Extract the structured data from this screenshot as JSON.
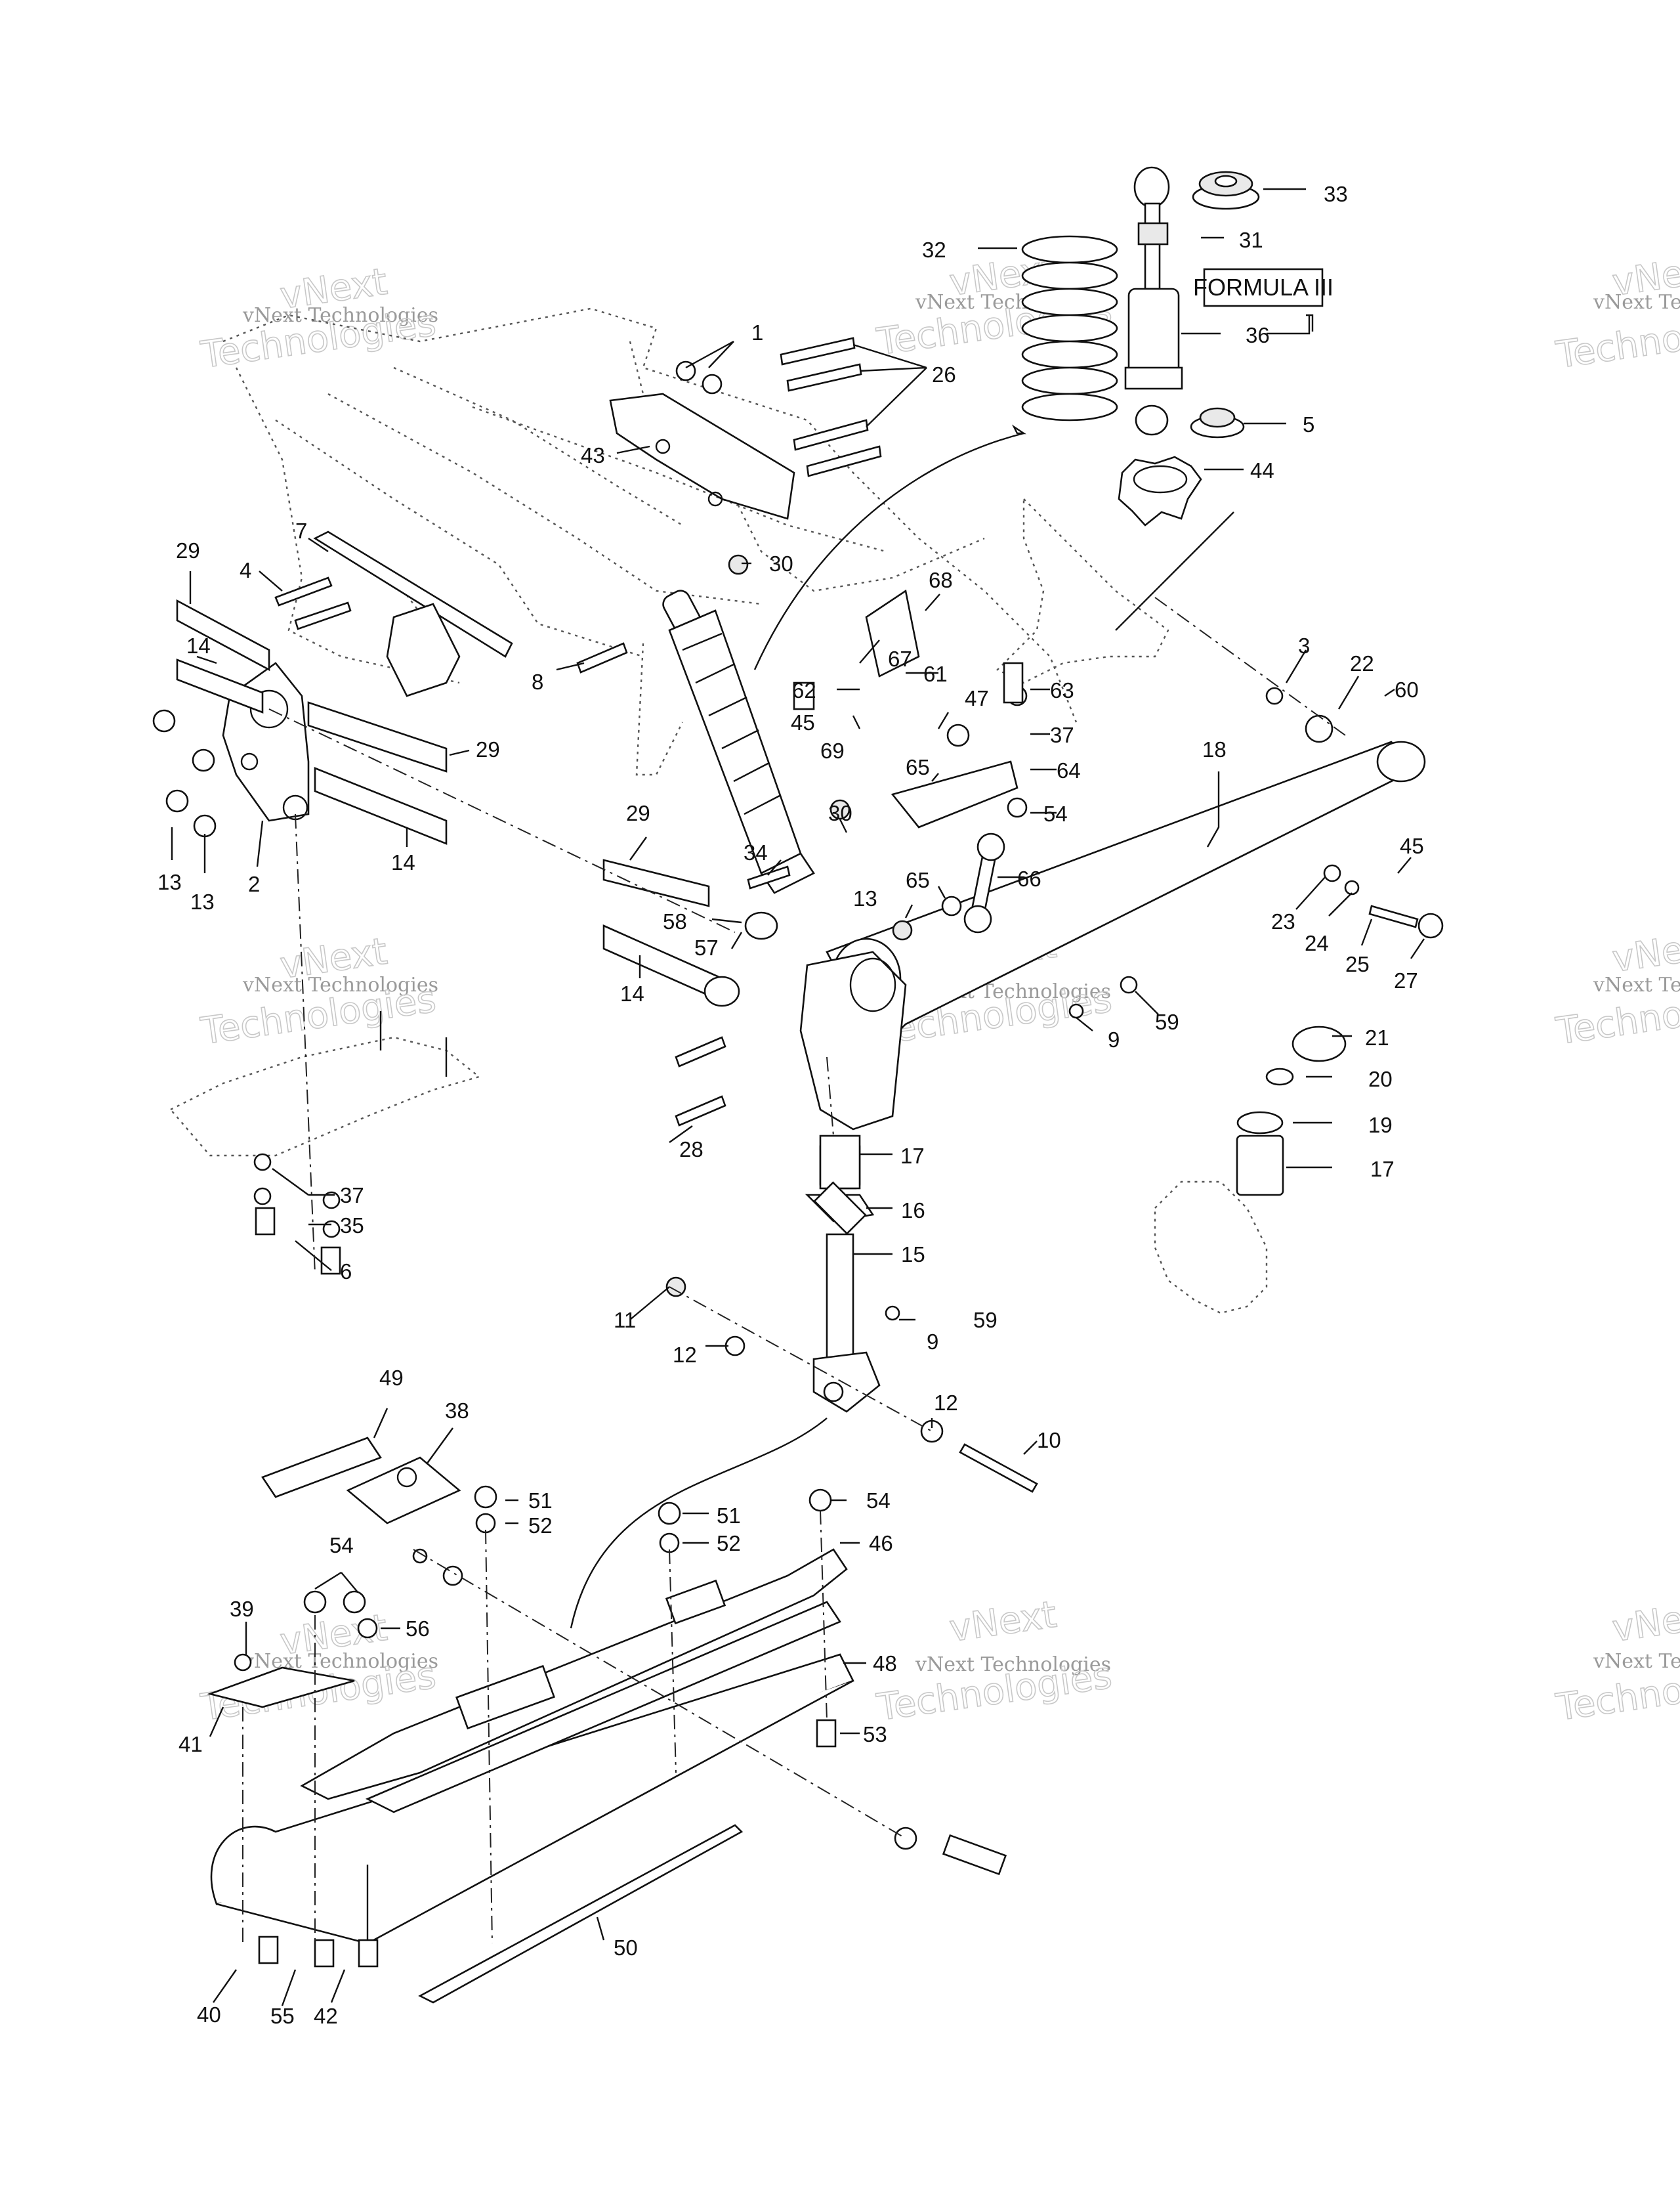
{
  "callout_box": "FORMULA III",
  "labels": [
    {
      "id": "l1",
      "text": "1"
    },
    {
      "id": "l26",
      "text": "26"
    },
    {
      "id": "l43",
      "text": "43"
    },
    {
      "id": "l30a",
      "text": "30"
    },
    {
      "id": "l7",
      "text": "7"
    },
    {
      "id": "l4",
      "text": "4"
    },
    {
      "id": "l29a",
      "text": "29"
    },
    {
      "id": "l14a",
      "text": "14"
    },
    {
      "id": "l8",
      "text": "8"
    },
    {
      "id": "l29b",
      "text": "29"
    },
    {
      "id": "l13a",
      "text": "13"
    },
    {
      "id": "l13b",
      "text": "13"
    },
    {
      "id": "l2",
      "text": "2"
    },
    {
      "id": "l14b",
      "text": "14"
    },
    {
      "id": "l29c",
      "text": "29"
    },
    {
      "id": "l34",
      "text": "34"
    },
    {
      "id": "l30b",
      "text": "30"
    },
    {
      "id": "l58",
      "text": "58"
    },
    {
      "id": "l57",
      "text": "57"
    },
    {
      "id": "l14c",
      "text": "14"
    },
    {
      "id": "l32",
      "text": "32"
    },
    {
      "id": "l33",
      "text": "33"
    },
    {
      "id": "l31",
      "text": "31"
    },
    {
      "id": "l36",
      "text": "36"
    },
    {
      "id": "l5",
      "text": "5"
    },
    {
      "id": "l44",
      "text": "44"
    },
    {
      "id": "l68",
      "text": "68"
    },
    {
      "id": "l67",
      "text": "67"
    },
    {
      "id": "l61",
      "text": "61"
    },
    {
      "id": "l62",
      "text": "62"
    },
    {
      "id": "l45a",
      "text": "45"
    },
    {
      "id": "l69",
      "text": "69"
    },
    {
      "id": "l47",
      "text": "47"
    },
    {
      "id": "l63",
      "text": "63"
    },
    {
      "id": "l37a",
      "text": "37"
    },
    {
      "id": "l65a",
      "text": "65"
    },
    {
      "id": "l64",
      "text": "64"
    },
    {
      "id": "l54a",
      "text": "54"
    },
    {
      "id": "l65b",
      "text": "65"
    },
    {
      "id": "l66",
      "text": "66"
    },
    {
      "id": "l13c",
      "text": "13"
    },
    {
      "id": "l3",
      "text": "3"
    },
    {
      "id": "l22",
      "text": "22"
    },
    {
      "id": "l60",
      "text": "60"
    },
    {
      "id": "l18",
      "text": "18"
    },
    {
      "id": "l45b",
      "text": "45"
    },
    {
      "id": "l23",
      "text": "23"
    },
    {
      "id": "l24",
      "text": "24"
    },
    {
      "id": "l25",
      "text": "25"
    },
    {
      "id": "l27",
      "text": "27"
    },
    {
      "id": "l59a",
      "text": "59"
    },
    {
      "id": "l9a",
      "text": "9"
    },
    {
      "id": "l21",
      "text": "21"
    },
    {
      "id": "l20",
      "text": "20"
    },
    {
      "id": "l19",
      "text": "19"
    },
    {
      "id": "l17a",
      "text": "17"
    },
    {
      "id": "l28",
      "text": "28"
    },
    {
      "id": "l17b",
      "text": "17"
    },
    {
      "id": "l16",
      "text": "16"
    },
    {
      "id": "l15",
      "text": "15"
    },
    {
      "id": "l37b",
      "text": "37"
    },
    {
      "id": "l35",
      "text": "35"
    },
    {
      "id": "l6",
      "text": "6"
    },
    {
      "id": "l11",
      "text": "11"
    },
    {
      "id": "l12a",
      "text": "12"
    },
    {
      "id": "l59b",
      "text": "59"
    },
    {
      "id": "l9b",
      "text": "9"
    },
    {
      "id": "l12b",
      "text": "12"
    },
    {
      "id": "l10",
      "text": "10"
    },
    {
      "id": "l49",
      "text": "49"
    },
    {
      "id": "l38",
      "text": "38"
    },
    {
      "id": "l51a",
      "text": "51"
    },
    {
      "id": "l52a",
      "text": "52"
    },
    {
      "id": "l51b",
      "text": "51"
    },
    {
      "id": "l52b",
      "text": "52"
    },
    {
      "id": "l54b",
      "text": "54"
    },
    {
      "id": "l46",
      "text": "46"
    },
    {
      "id": "l54c",
      "text": "54"
    },
    {
      "id": "l39",
      "text": "39"
    },
    {
      "id": "l56",
      "text": "56"
    },
    {
      "id": "l48",
      "text": "48"
    },
    {
      "id": "l41",
      "text": "41"
    },
    {
      "id": "l53",
      "text": "53"
    },
    {
      "id": "l50",
      "text": "50"
    },
    {
      "id": "l40",
      "text": "40"
    },
    {
      "id": "l55",
      "text": "55"
    },
    {
      "id": "l42",
      "text": "42"
    }
  ],
  "watermark": {
    "brand": "vNext",
    "company": "vNext Technologies",
    "word": "Technologies",
    "cut_tech": "Techno",
    "cut_small": "vNext Tec",
    "cut_next": "vNe"
  }
}
